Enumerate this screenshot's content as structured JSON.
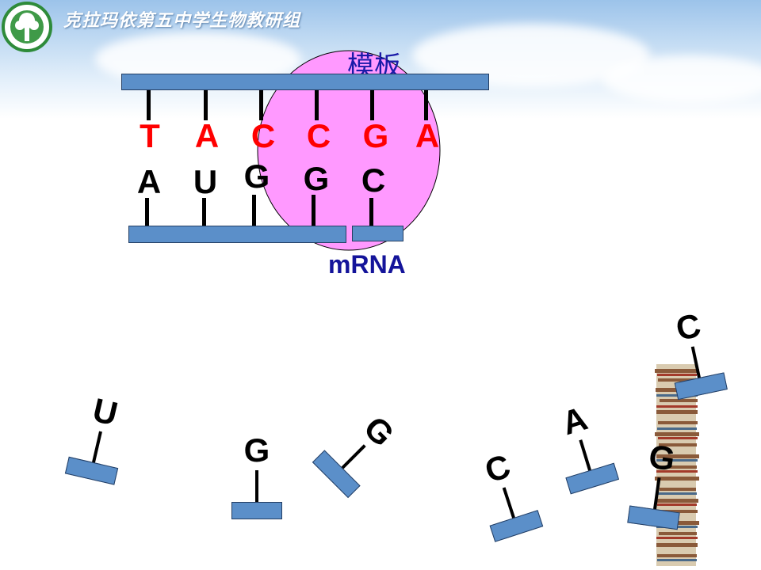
{
  "header": {
    "school_name": "克拉玛依第五中学生物教研组",
    "logo_icon": "school-tree-logo-icon"
  },
  "labels": {
    "template": "模板",
    "mrna": "mRNA"
  },
  "template_strand": {
    "bases": [
      "T",
      "A",
      "C",
      "C",
      "G",
      "A"
    ],
    "color": "#ff0000"
  },
  "mrna_strand": {
    "bases": [
      "A",
      "U",
      "G",
      "G",
      "C"
    ],
    "color": "#000000"
  },
  "free_nucleotides": {
    "bases": [
      "U",
      "G",
      "G",
      "C",
      "A",
      "C",
      "G"
    ]
  },
  "colors": {
    "strand_fill": "#5b8fc9",
    "strand_border": "#243e63",
    "highlight_circle": "#ff99ff",
    "label_blue": "#14149a"
  }
}
